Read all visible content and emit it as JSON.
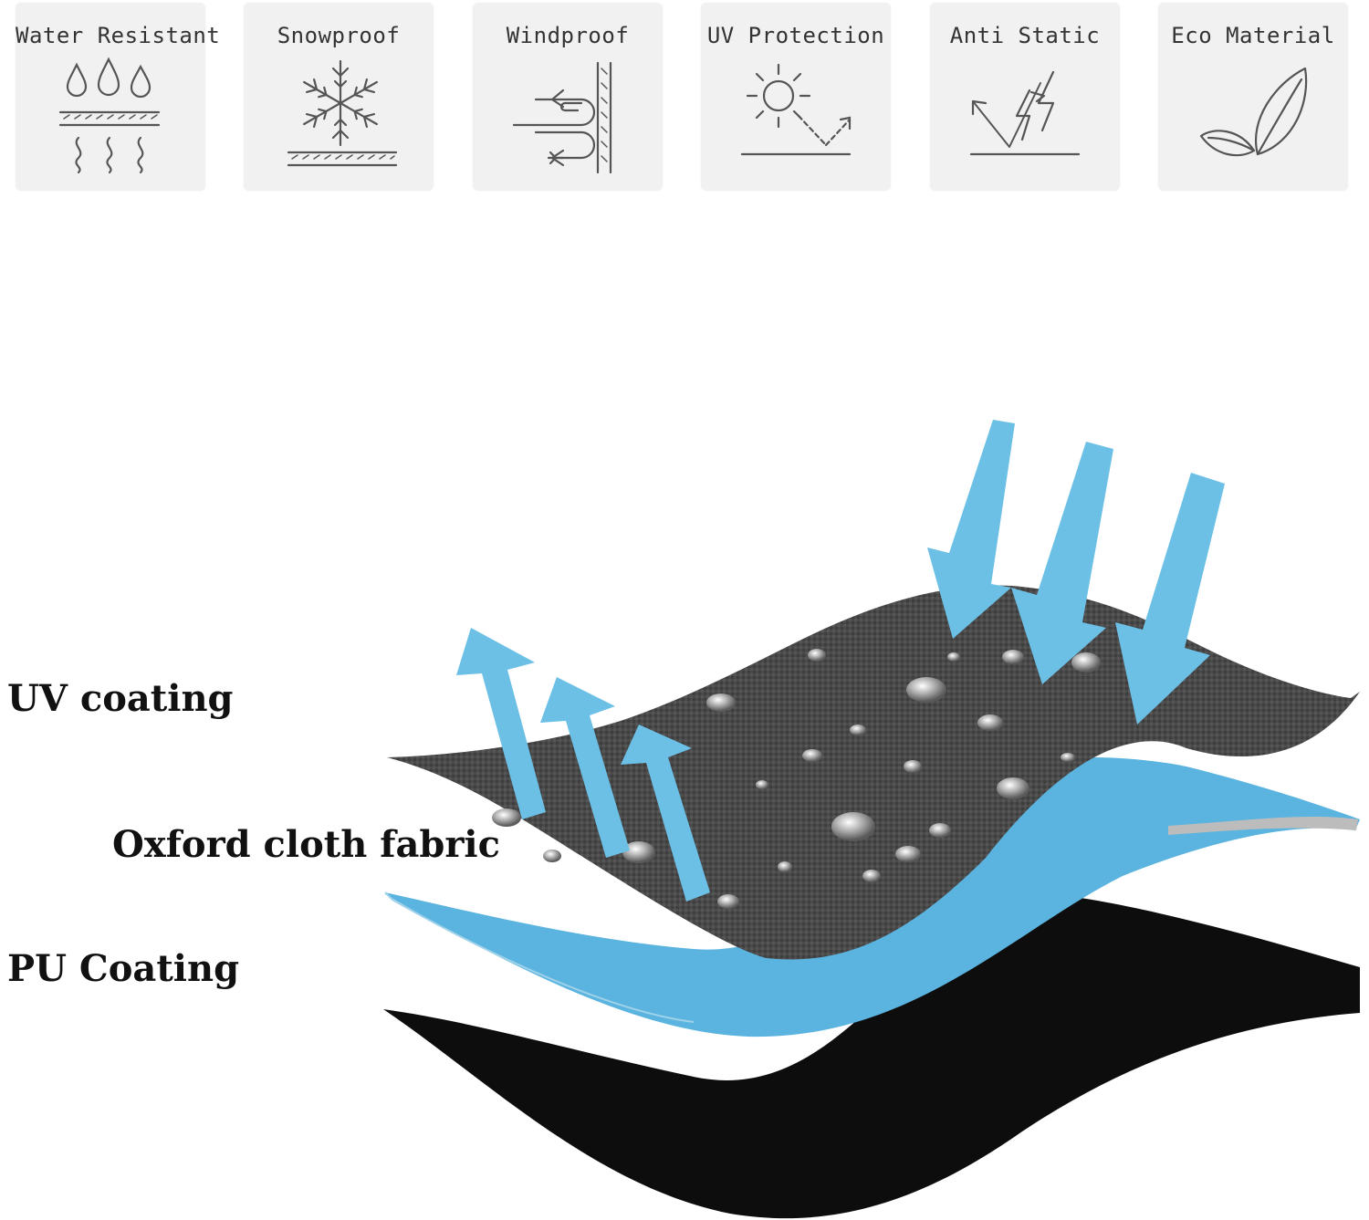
{
  "features": [
    {
      "label": "Water Resistant",
      "icon": "water-resistant-icon"
    },
    {
      "label": "Snowproof",
      "icon": "snowflake-icon"
    },
    {
      "label": "Windproof",
      "icon": "wind-icon"
    },
    {
      "label": "UV Protection",
      "icon": "sun-icon"
    },
    {
      "label": "Anti Static",
      "icon": "lightning-icon"
    },
    {
      "label": "Eco Material",
      "icon": "leaf-icon"
    }
  ],
  "layers": {
    "uv_coating": "UV coating",
    "oxford_fabric": "Oxford cloth fabric",
    "pu_coating": "PU Coating"
  },
  "colors": {
    "card_bg": "#f1f1f1",
    "icon_stroke": "#555555",
    "arrow_blue": "#6cc0e6",
    "layer_blue": "#5ab4df",
    "fabric_grey": "#4a4a4a",
    "base_black": "#0d0d0d"
  }
}
